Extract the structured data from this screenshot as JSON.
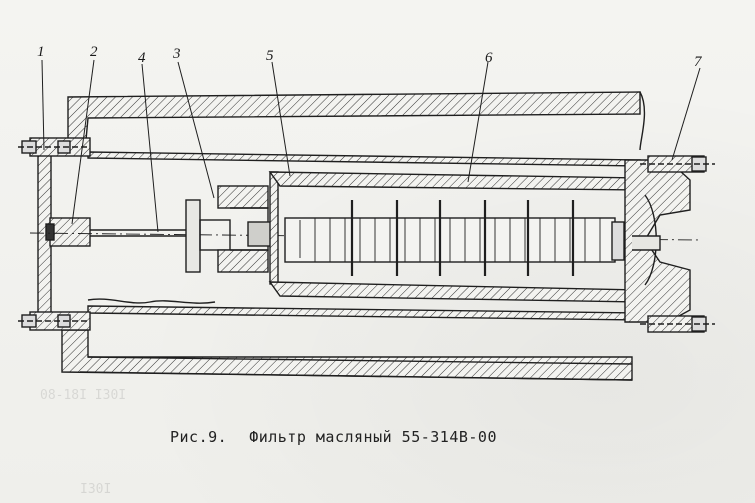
{
  "figure": {
    "caption_number": "Рис.9.",
    "caption_title": "Фильтр масляный 55-314В-00",
    "callouts": [
      "1",
      "2",
      "4",
      "3",
      "5",
      "6",
      "7"
    ],
    "bleed_through": [
      "08-18I I30I",
      "I30I"
    ]
  },
  "colors": {
    "ink": "#1f1f1f",
    "hatch": "#3a3a3a",
    "paper": "#f2f2ef"
  }
}
